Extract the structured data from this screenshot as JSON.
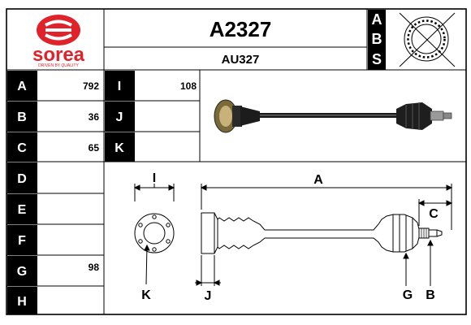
{
  "brand": {
    "name": "sorea",
    "tagline": "DRIVEN BY QUALITY",
    "color": "#e0232b"
  },
  "header": {
    "part_number": "A2327",
    "ref_code": "AU327"
  },
  "abs_letters": [
    "A",
    "B",
    "S"
  ],
  "abs_icon": "abs-sensor-ring-crossed-icon",
  "specs": {
    "rows": [
      {
        "label": "A",
        "value": "792"
      },
      {
        "label": "B",
        "value": "36"
      },
      {
        "label": "C",
        "value": "65"
      },
      {
        "label": "D",
        "value": ""
      },
      {
        "label": "E",
        "value": ""
      },
      {
        "label": "F",
        "value": ""
      },
      {
        "label": "G",
        "value": "98"
      },
      {
        "label": "H",
        "value": ""
      }
    ],
    "rows2": [
      {
        "label": "I",
        "value": "108"
      },
      {
        "label": "J",
        "value": ""
      },
      {
        "label": "K",
        "value": ""
      }
    ]
  },
  "diagram": {
    "labels": {
      "a": "A",
      "c": "C",
      "i": "I",
      "k": "K",
      "j": "J",
      "g": "G",
      "b": "B"
    }
  },
  "photo_icon": "drive-shaft-photo"
}
